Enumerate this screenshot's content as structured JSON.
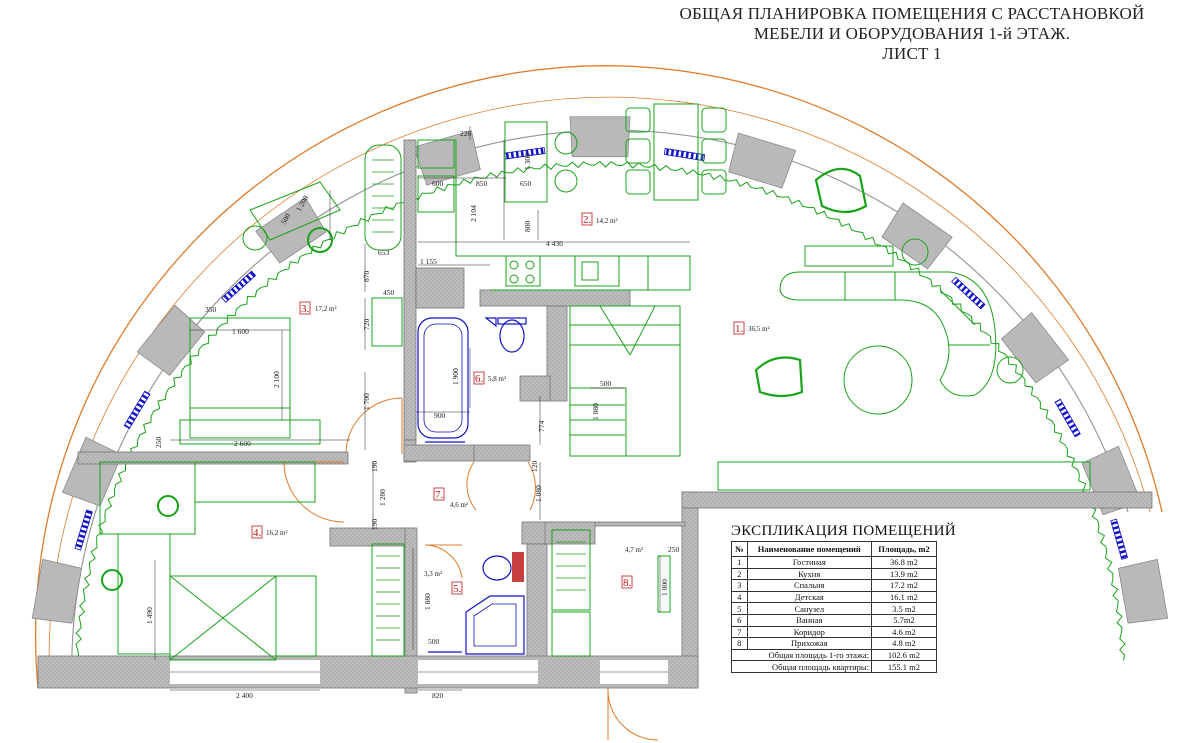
{
  "title": {
    "line1": "ОБЩАЯ ПЛАНИРОВКА ПОМЕЩЕНИЯ С РАССТАНОВКОЙ",
    "line2": "МЕБЕЛИ И ОБОРУДОВАНИЯ 1-й ЭТАЖ.",
    "line3": "ЛИСТ 1"
  },
  "colors": {
    "wall": "#9a9a9a",
    "wall_fill": "#b9b9b9",
    "furniture": "#19a319",
    "radiator": "#1010c8",
    "curtain": "#19a319",
    "door": "#e07b2a",
    "dim": "#222222",
    "label": "#c01818"
  },
  "rooms": [
    {
      "num": "1.",
      "area": "36,5 m²"
    },
    {
      "num": "2.",
      "area": "14,2 m²"
    },
    {
      "num": "3.",
      "area": "17,2 m²"
    },
    {
      "num": "4.",
      "area": "16,2 m²"
    },
    {
      "num": "5.",
      "area": "3,3 m²"
    },
    {
      "num": "6.",
      "area": "5,8 m²"
    },
    {
      "num": "7.",
      "area": "4,6 m²"
    },
    {
      "num": "8.",
      "area": "4,7 m²"
    }
  ],
  "dimensions": {
    "k_226": "226",
    "k_600": "600",
    "k_850": "850",
    "k_650": "650",
    "k_1300": "1 300",
    "k_2104": "2 104",
    "k_800": "800",
    "k_4436": "4 436",
    "k_1155": "1 155",
    "b_500": "500",
    "b_1200": "1 200",
    "b_653": "653",
    "b_870": "870",
    "b_450": "450",
    "b_720": "720",
    "b_1600": "1 600",
    "b_2100": "2 100",
    "b_1700": "1 700",
    "b_2600": "2 600",
    "b_350": "350",
    "b_250": "250",
    "ba_1900": "1 900",
    "ba_900": "900",
    "ba_774": "774",
    "st_500": "500",
    "st_1080": "1 080",
    "c_190a": "190",
    "c_1280": "1 280",
    "c_190b": "190",
    "c_120": "120",
    "c_1080": "1 080",
    "w_1880": "1 880",
    "w_500": "500",
    "w_820": "820",
    "d_1490": "1 490",
    "d_2400": "2 400",
    "h_1000": "1 000",
    "h_250": "250"
  },
  "explication": {
    "title": "ЭКСПЛИКАЦИЯ ПОМЕЩЕНИЙ",
    "headers": [
      "№",
      "Наименование помещений",
      "Площадь, m2"
    ],
    "rows": [
      [
        "1",
        "Гостиная",
        "36.8 m2"
      ],
      [
        "2",
        "Кухня",
        "13.9 m2"
      ],
      [
        "3",
        "Спальня",
        "17.2 m2"
      ],
      [
        "4",
        "Детская",
        "16.1 m2"
      ],
      [
        "5",
        "Санузел",
        "3.5 m2"
      ],
      [
        "6",
        "Ванная",
        "5.7m2"
      ],
      [
        "7",
        "Коридор",
        "4.6 m2"
      ],
      [
        "8",
        "Прихожая",
        "4.8 m2"
      ]
    ],
    "total_floor_label": "Общая площадь 1-го этажа:",
    "total_floor_value": "102.6 m2",
    "total_apartment_label": "Общая площадь квартиры:",
    "total_apartment_value": "155.1 m2"
  }
}
